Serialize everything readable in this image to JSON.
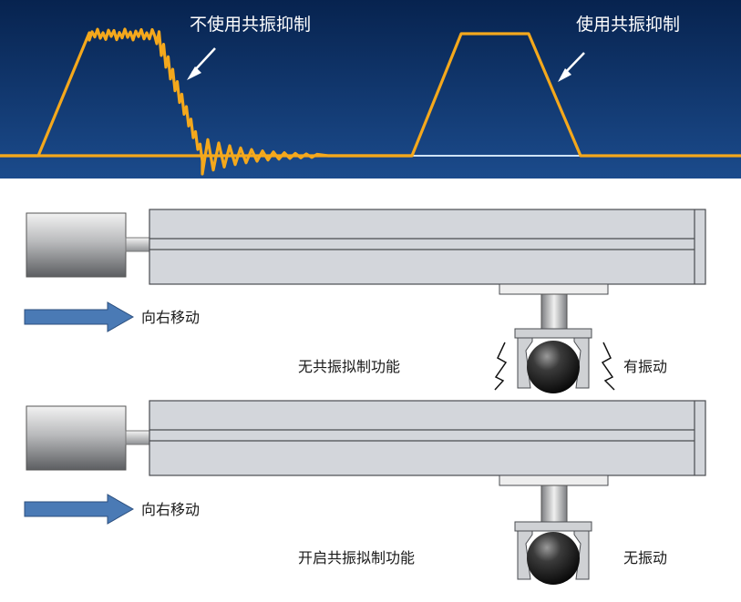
{
  "top_panel": {
    "label_without": "不使用共振抑制",
    "label_with": "使用共振抑制"
  },
  "scenario_off": {
    "direction_label": "向右移动",
    "function_label": "无共振拟制功能",
    "result_label": "有振动"
  },
  "scenario_on": {
    "direction_label": "向右移动",
    "function_label": "开启共振拟制功能",
    "result_label": "无振动"
  },
  "colors": {
    "panel_top": "#0b2a5c",
    "panel_bottom": "#1a4a8a",
    "waveform": "#f4a81c",
    "baseline": "#cfe3f7",
    "arrow_fill": "#4a7ab5",
    "rail_fill": "#d3d6db",
    "motor_dark": "#6f7174",
    "motor_light": "#e8e8e8"
  }
}
